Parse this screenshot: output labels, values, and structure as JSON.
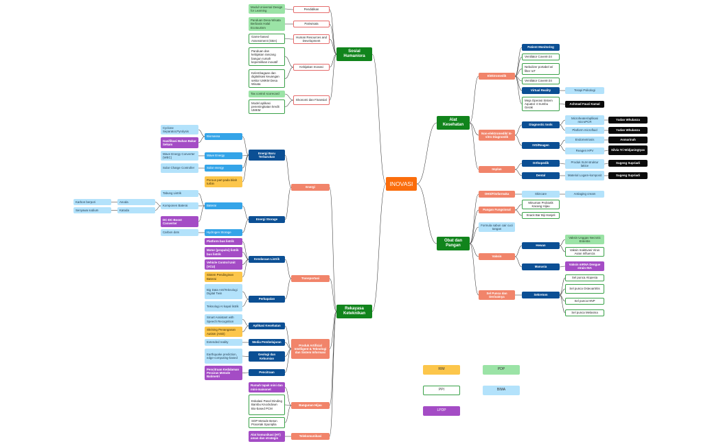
{
  "root": "INOVASI",
  "branches": {
    "sosial": "Sosial Humaniora",
    "rekayasa": "Rekayasa Keteknikan",
    "alat": "Alat Kesehatan",
    "obat": "Obat dan Pangan"
  },
  "sosial": {
    "pendidikan": "Pendidikan",
    "modul": "Modul Universal Design for Learning",
    "pariwisata": "Pariwisata",
    "panduan_desa": "Panduan Desa Wisata Berbasis Halal Ecotourism",
    "hrd": "Human Resources and Development",
    "gba": "Game-based Assessment (GBA)",
    "kebijakan": "Kebijakan Inovasi",
    "panduan_kebijakan": "Panduan dan kebijakan rancang bangun rumah kepemilikan inovatif",
    "kembangan": "Kelembagaan dan digitalisasi keuangan sektor UMKM Desa Wisata",
    "ekonomi": "Ekonomi dan Finansial",
    "tax": "Tax control scorecard",
    "model": "Model aplikasi peneningkatan kredit UMKM"
  },
  "rekayasa": {
    "energi": "Energi",
    "ebt": "Energi Baru Terbarukan",
    "biomassa": "Biomassa",
    "cyclone": "Cyclone Separator,Pyrolysis",
    "gasifikasi": "Gasifikasi Bahan Bakar Sekam",
    "wave": "Wave Energy",
    "wave_conv": "Wave Energy Converter (WEC)",
    "solar": "Solar energy",
    "solar_ctrl": "Solar Charge Controller",
    "porous": "Porous part pada bilah turbin",
    "storage": "Energi Storage",
    "baterai": "Baterai",
    "tabung": "Tabung Listrik",
    "komponen": "Komponen Baterai",
    "karbon": "Karbon berpori",
    "anoda": "Anoda",
    "senyawa": "Senyawa sodium",
    "katoda": "Katoda",
    "dcdc": "DC-DC Boost Converter",
    "hydrogen": "Hydrogen Storage",
    "carbon_dots": "Carbon dots",
    "transportasi": "Transportasi",
    "kendaraan": "Kendaraan Listrik",
    "platform_bus": "Platform bus listrik",
    "motor": "Motor (propulsi) listrik bus listrik",
    "vcu": "Vehicle Control Unit (VCU)",
    "pendingin": "Sistem Pendinginan Baterai",
    "perkapalan": "Perkapalan",
    "bigdata": "Big Data AIS/Teknologi Digital Twin",
    "ai_kapal": "Teknologi AI kapal listrik",
    "produk_ai": "Produk Artificial Intelligent & Teknologi dan Sistem Informasi",
    "aplikasi_kes": "Aplikasi Kesehatan",
    "smart": "Smart Assistant with Speech Recognition",
    "skrining": "Skrining Penanganan Autism (ASD)",
    "media": "Media Pembelajaran",
    "extended": "Extended reality",
    "geologi": "Geologi dan Kebumian",
    "earthquake": "Earthquake prediction, edge-computing-based",
    "pencitraan": "Pencitraan",
    "pencitraan_leaf": "Pencitraan Kedalaman Perairan Metode Batimetri",
    "bangunan": "Bangunan Hijau",
    "rumah": "Rumah tapak mini dan mini-maisonet",
    "eskalasi": "Eskalasi Panel Dinding Bambu Knockdown Bio-based PCM",
    "sop": "SOP Metode Beton Pracetak Spuniplia",
    "telekom": "Telekomunikasi",
    "alat_kom": "Alat komunikasi (HT) aman dan strategis"
  },
  "alat": {
    "elektromedik": "Elektromedik",
    "patient": "Patient Monitoring",
    "vent1": "Ventilator Covent-24",
    "nebulizer": "Nebulizer portabel w/ filter IoT",
    "vent2": "Ventilator Covent-24",
    "vr": "Virtual Reality",
    "terapi": "Terapi Psikologi",
    "meja": "Meja Operasi Sistem Aquator 4 Sumbu Gerak",
    "achmad": "Achmad Fauzi Kamal",
    "non_elektro": "Non-elektromedik/ In-vitro Diagnostik",
    "diagnostic": "Diagnostic tools",
    "microheater": "Microheater/aplikasi microPCR",
    "yudan1": "Yudan Whulanza",
    "platform_mf": "Platform microfluid",
    "yudan2": "Yudan Whulanza",
    "ivd": "IVD/Reagen",
    "endometriosis": "Endometriosis",
    "asmarinah": "Asmarinah",
    "reagen": "Reagen HPV",
    "silvia": "Silvia Tri Widjaningtyas",
    "implan": "Implan",
    "orthopedik": "Orthopedik",
    "produk_slm": "Produk SLM struktur lattice",
    "sugeng1": "Sugeng Supriadi",
    "dental": "Dental",
    "material": "Material Logam-komposit",
    "sugeng2": "Sugeng Supriadi"
  },
  "obat": {
    "ohs": "OHS/Fitofarmaka",
    "skincare": "Skincare",
    "antiaging": "Antiaging cream",
    "pangan": "Pangan Fungsional",
    "minuman": "Minuman Probiotik Kacang Hijau",
    "snack": "Snack Bar Biji Hanjeli",
    "formula": "Formula sabun cair cuci tangan",
    "vaksin": "Vaksin",
    "hewan": "Hewan",
    "vaksin_unggas": "Vaksin Unggas Necrotic Enteritis",
    "vaksin_inaktif": "Vaksin Inaktivasi Virus Avian Influenza",
    "manusia": "Manusia",
    "vaksin_mrna": "Vaksin mRNA Dengue strain INA",
    "sel_punca": "Sel Punca dan Derivatnya",
    "sekretom": "Sekretom",
    "alopesia": "Sel punca Alopesia",
    "osteoartritis": "Sel punca Osteoartritis",
    "hnp": "Sel punca HNP",
    "melasma": "Sel punca Melasma"
  },
  "legend": {
    "rim": "RIM",
    "pdp": "PDP",
    "ppi": "PPI",
    "bima": "BIMA",
    "ldp": "LPDP"
  }
}
